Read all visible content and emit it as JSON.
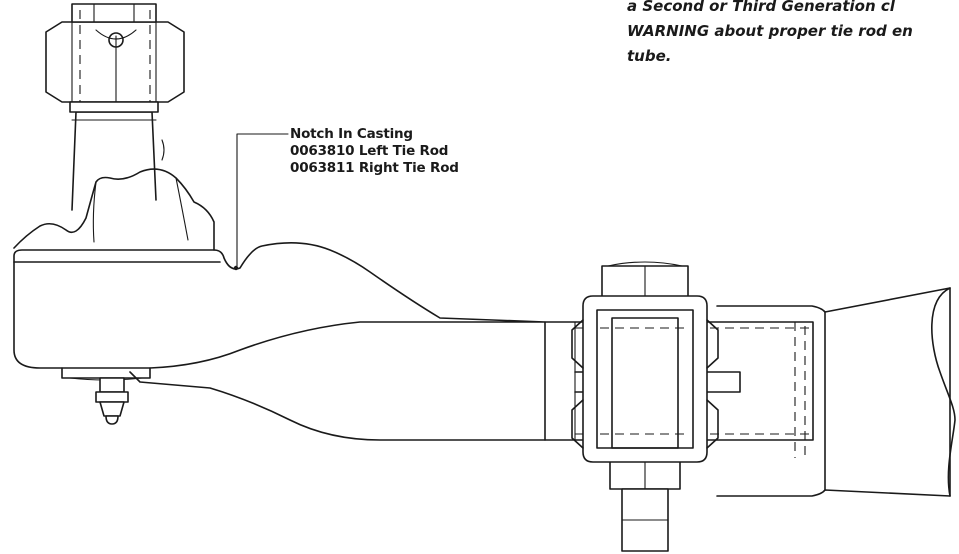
{
  "caption": {
    "line1": "a Second or Third Generation cl",
    "line2": "WARNING about proper tie rod en",
    "line3": "tube."
  },
  "callout": {
    "title": "Notch In Casting",
    "left_part": "0063810 Left Tie Rod",
    "right_part": "0063811 Right Tie Rod"
  },
  "colors": {
    "ink": "#1a1a1a",
    "background": "#ffffff"
  }
}
